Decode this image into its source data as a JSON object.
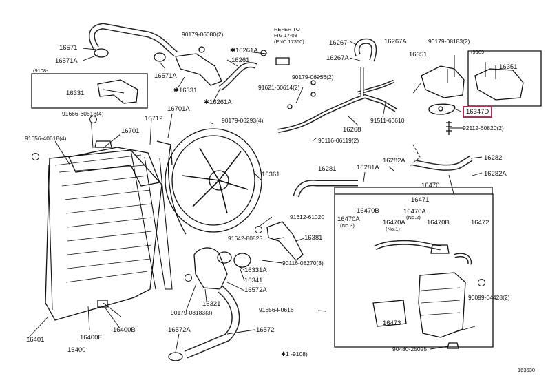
{
  "header_note": {
    "line1": "REFER TO",
    "line2": "FIG 17-08",
    "line3": "(PNC 17360)"
  },
  "labels": {
    "p16571": "16571",
    "p16571A_l": "16571A",
    "p9108_box": "(9108-",
    "p16331": "16331",
    "p16571A_m": "16571A",
    "p16331_m": "✱16331",
    "p90179_06080": "90179-06080(2)",
    "p16261A_t": "✱16261A",
    "p16261": "16261",
    "p16261A_b": "✱16261A",
    "p90179_06036": "90179-06036(2)",
    "p91621_60614": "91621-60614(2)",
    "p16267": "16267",
    "p16267A_t": "16267A",
    "p16267A_b": "16267A",
    "p90179_08183_top": "90179-08183(2)",
    "p16351_l": "16351",
    "p9909_box": "(9909-",
    "p16351_r": "16351",
    "p16347D": "16347D",
    "p92112_60820": "92112-60820(2)",
    "p91666_60618": "91666-60618(4)",
    "p16701A": "16701A",
    "p90179_06293": "90179-06293(4)",
    "p16268": "16268",
    "p91511_60610": "91511-60610",
    "p90116_06119": "90116-06119(2)",
    "p16701": "16701",
    "p16712": "16712",
    "p91656_40618": "91656-40618(4)",
    "p16361": "16361",
    "p16281": "16281",
    "p16281A": "16281A",
    "p16282A_t": "16282A",
    "p16282": "16282",
    "p16282A_b": "16282A",
    "p16470": "16470",
    "p16471": "16471",
    "p16470B_1": "16470B",
    "p16470A_1": "16470A",
    "p16470A_2": "16470A",
    "p16470B_2": "16470B",
    "p16472": "16472",
    "p16470A_3": "16470A",
    "no3": "(No.3)",
    "no2": "(No.2)",
    "no1": "(No.1)",
    "p91612_61020": "91612-61020",
    "p91642_80825": "91642-80825",
    "p16381": "16381",
    "p90116_08270": "90116-08270(3)",
    "p16331A": "16331A",
    "p16341": "16341",
    "p16572A_r": "16572A",
    "p90179_08183_bot": "90179-08183(3)",
    "p16321": "16321",
    "p91656_f0616": "91656-F0616",
    "p16473": "16473",
    "p90099_04428": "90099-04428(2)",
    "p16572A_b": "16572A",
    "p16572": "16572",
    "p16400F": "16400F",
    "p16400B": "16400B",
    "p16401": "16401",
    "p16400": "16400",
    "p90480_25025": "90480-25025",
    "footnote": "✱1  -9108)",
    "fig_no": "163630"
  }
}
